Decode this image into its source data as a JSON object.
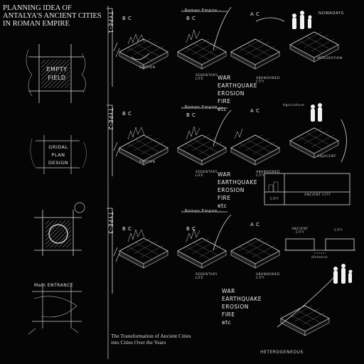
{
  "title": "PLANNING IDEA OF ANTALYA'S ANCIENT CITIES IN ROMAN EMPIRE",
  "caption": "The Transformation of Ancient Cities into Cities Over the Years",
  "left_column": {
    "empty_field": "EMPTY FIELD",
    "gridal_plan_design": "GRIDAL PLAN DESIGN",
    "main_entrance": "Main ENTRANCE"
  },
  "types": [
    {
      "label": "TYPE-1",
      "bc": "B C",
      "roman_empire": "- Roman Empire -",
      "bc2": "B C",
      "ac": "A C",
      "station": "STATION",
      "sedentary_life": "SEDENTARY LIFE",
      "abandoned_city": "ABANDONED CITY",
      "end_label": "NOWADAYS",
      "end_sub": "INTEGRATION",
      "causes": [
        "WAR",
        "EARTHQUAKE",
        "EROSION",
        "FIRE",
        "etc"
      ]
    },
    {
      "label": "TYPE-2",
      "bc": "B C",
      "roman_empire": "- Roman Empire -",
      "bc2": "B C",
      "ac": "A C",
      "station": "STATION",
      "sedentary_life": "SEDENTARY LIFE",
      "abandoned_city": "ABANDONED CITY",
      "end_label": "Agriculture",
      "end_sub": "ADJACENT",
      "causes": [
        "WAR",
        "EARTHQUAKE",
        "EROSION",
        "FIRE",
        "etc"
      ],
      "section": {
        "city": "CITY",
        "ancient_city": "ANCIENT CITY"
      }
    },
    {
      "label": "TYPE-3",
      "bc": "B C",
      "roman_empire": "- Roman Empire -",
      "bc2": "B C",
      "ac": "A C",
      "sedentary_life": "SEDENTARY LIFE",
      "abandoned_city": "ABANDONED CITY",
      "end_sub": "HETEROGENEOUS",
      "causes": [
        "WAR",
        "EARTHQUAKE",
        "EROSION",
        "FIRE",
        "etc"
      ],
      "section": {
        "ancient_city": "ANCIENT CITY",
        "city": "CITY",
        "distance": "distance"
      }
    }
  ]
}
